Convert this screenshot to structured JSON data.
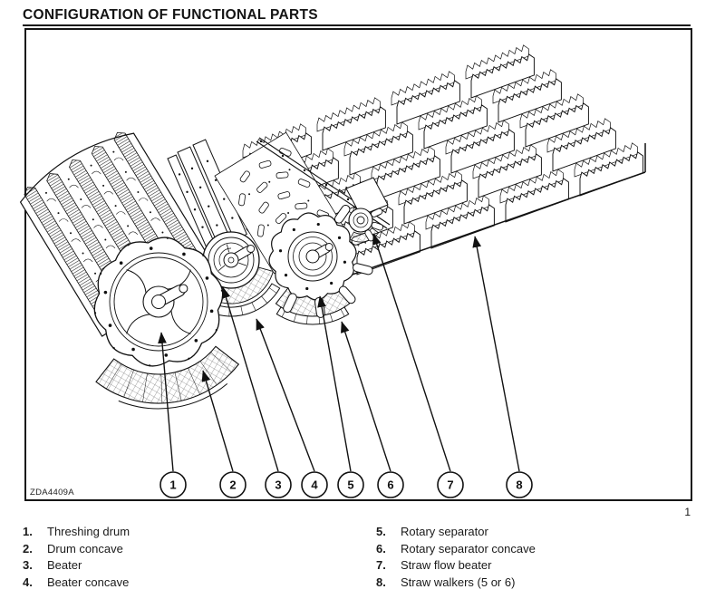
{
  "page": {
    "title": "CONFIGURATION OF FUNCTIONAL PARTS",
    "figure_code": "ZDA4409A",
    "figure_number": "1"
  },
  "callouts": [
    "1",
    "2",
    "3",
    "4",
    "5",
    "6",
    "7",
    "8"
  ],
  "legend": {
    "left": [
      {
        "num": "1.",
        "label": "Threshing drum"
      },
      {
        "num": "2.",
        "label": "Drum concave"
      },
      {
        "num": "3.",
        "label": "Beater"
      },
      {
        "num": "4.",
        "label": "Beater concave"
      }
    ],
    "right": [
      {
        "num": "5.",
        "label": "Rotary separator"
      },
      {
        "num": "6.",
        "label": "Rotary separator concave"
      },
      {
        "num": "7.",
        "label": "Straw flow beater"
      },
      {
        "num": "8.",
        "label": "Straw walkers (5 or 6)"
      }
    ]
  }
}
